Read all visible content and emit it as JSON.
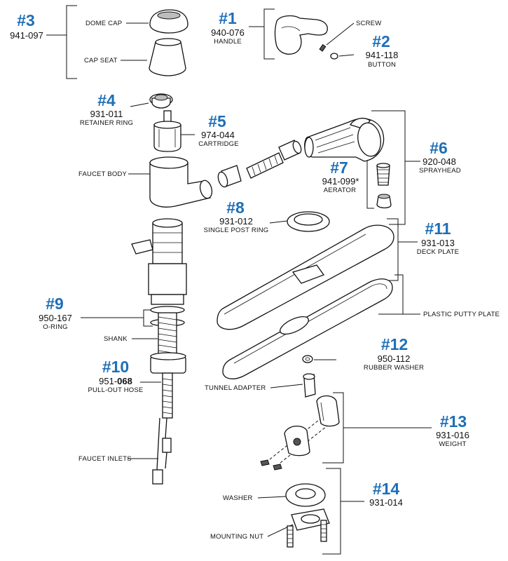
{
  "callouts": [
    {
      "id": "c3",
      "number": "#3",
      "part_no": "941-097",
      "name": ""
    },
    {
      "id": "c1",
      "number": "#1",
      "part_no": "940-076",
      "name": "HANDLE"
    },
    {
      "id": "c2",
      "number": "#2",
      "part_no": "941-118",
      "name": "BUTTON"
    },
    {
      "id": "c4",
      "number": "#4",
      "part_no": "931-011",
      "name": "RETAINER RING"
    },
    {
      "id": "c5",
      "number": "#5",
      "part_no": "974-044",
      "name": "CARTRIDGE"
    },
    {
      "id": "c6",
      "number": "#6",
      "part_no": "920-048",
      "name": "SPRAYHEAD"
    },
    {
      "id": "c7",
      "number": "#7",
      "part_no": "941-099*",
      "name": "AERATOR"
    },
    {
      "id": "c8",
      "number": "#8",
      "part_no": "931-012",
      "name": "SINGLE POST RING"
    },
    {
      "id": "c11",
      "number": "#11",
      "part_no": "931-013",
      "name": "DECK PLATE"
    },
    {
      "id": "c9",
      "number": "#9",
      "part_no": "950-167",
      "name": "O-RING"
    },
    {
      "id": "c12",
      "number": "#12",
      "part_no": "950-112",
      "name": "RUBBER WASHER"
    },
    {
      "id": "c10",
      "number": "#10",
      "part_no_prefix": "951-",
      "part_no_bold": "068",
      "name": "PULL-OUT HOSE"
    },
    {
      "id": "c13",
      "number": "#13",
      "part_no": "931-016",
      "name": "WEIGHT"
    },
    {
      "id": "c14",
      "number": "#14",
      "part_no": "931-014",
      "name": ""
    }
  ],
  "labels": {
    "dome_cap": "DOME CAP",
    "cap_seat": "CAP SEAT",
    "screw": "SCREW",
    "faucet_body": "FAUCET BODY",
    "plastic_putty_plate": "PLASTIC PUTTY PLATE",
    "shank": "SHANK",
    "tunnel_adapter": "TUNNEL ADAPTER",
    "faucet_inlets": "FAUCET INLETS",
    "washer": "WASHER",
    "mounting_nut": "MOUNTING NUT"
  },
  "colors": {
    "callout_number": "#1f6fb7",
    "line_art": "#111111"
  }
}
